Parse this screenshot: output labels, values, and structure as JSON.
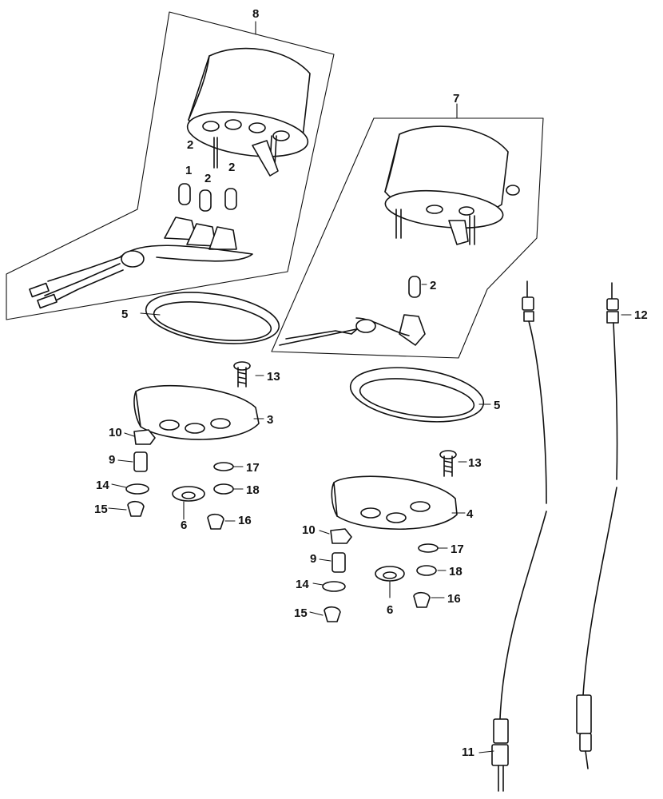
{
  "callouts": {
    "c1": "1",
    "c2a": "2",
    "c2b": "2",
    "c2c": "2",
    "c2d": "2",
    "c3": "3",
    "c4": "4",
    "c5a": "5",
    "c5b": "5",
    "c6a": "6",
    "c6b": "6",
    "c7": "7",
    "c8": "8",
    "c9a": "9",
    "c9b": "9",
    "c10a": "10",
    "c10b": "10",
    "c11": "11",
    "c12": "12",
    "c13a": "13",
    "c13b": "13",
    "c14a": "14",
    "c14b": "14",
    "c15a": "15",
    "c15b": "15",
    "c16a": "16",
    "c16b": "16",
    "c17a": "17",
    "c17b": "17",
    "c18a": "18",
    "c18b": "18"
  }
}
